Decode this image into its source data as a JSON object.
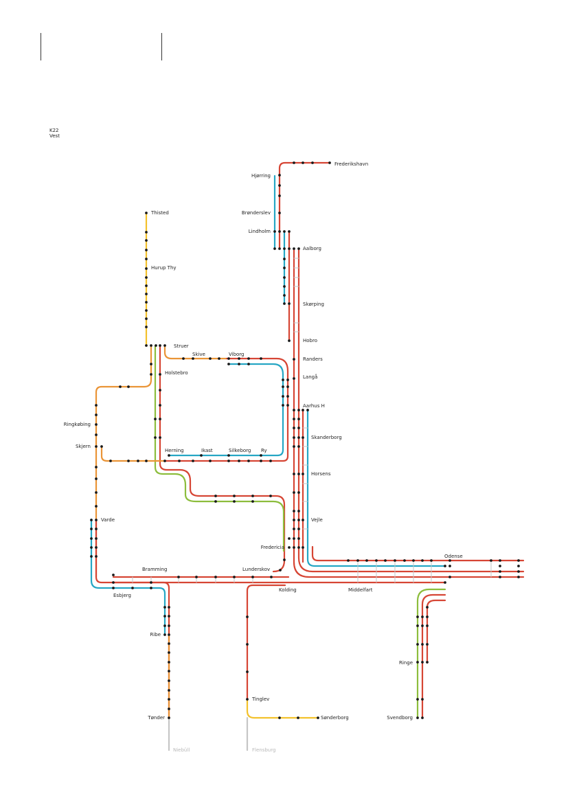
{
  "header": {
    "code": "K22",
    "region": "Vest"
  },
  "colors": {
    "red": "#d64534",
    "blue": "#25a6c4",
    "orange": "#ea9436",
    "yellow": "#f3c12b",
    "green": "#8cbd3c",
    "grey": "#c6c6c6",
    "station": "#1a1a1a"
  },
  "stations": {
    "frederikshavn": "Frederikshavn",
    "hjorring": "Hjørring",
    "bronderslev": "Brønderslev",
    "lindholm": "Lindholm",
    "aalborg": "Aalborg",
    "thisted": "Thisted",
    "hurup_thy": "Hurup Thy",
    "skorping": "Skørping",
    "hobro": "Hobro",
    "struer": "Struer",
    "skive": "Skive",
    "viborg": "Viborg",
    "randers": "Randers",
    "holstebro": "Holstebro",
    "langaa": "Langå",
    "aarhus_h": "Aarhus H",
    "ringkobing": "Ringkøbing",
    "skanderborg": "Skanderborg",
    "skjern": "Skjern",
    "herning": "Herning",
    "ikast": "Ikast",
    "silkeborg": "Silkeborg",
    "ry": "Ry",
    "horsens": "Horsens",
    "varde": "Varde",
    "vejle": "Vejle",
    "fredericia": "Fredericia",
    "odense": "Odense",
    "bramming": "Bramming",
    "lunderskov": "Lunderskov",
    "esbjerg": "Esbjerg",
    "kolding": "Kolding",
    "middelfart": "Middelfart",
    "ribe": "Ribe",
    "ringe": "Ringe",
    "tinglev": "Tinglev",
    "tonder": "Tønder",
    "sonderborg": "Sønderborg",
    "svendborg": "Svendborg",
    "niebull": "Niebüll",
    "flensburg": "Flensburg"
  }
}
